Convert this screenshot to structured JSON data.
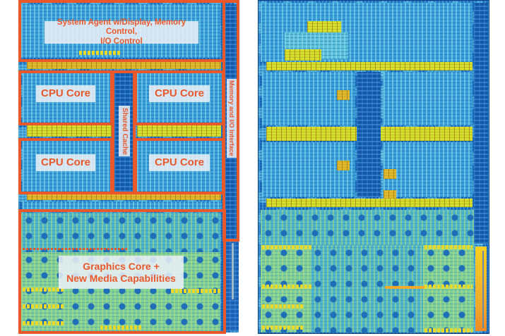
{
  "figure": {
    "description": "Side-by-side processor die shots: annotated block diagram (left) and raw die photo (right)",
    "accent_colors": {
      "outline": "#e8582a",
      "label_text": "#e8582a",
      "label_background": "#ecf0f7",
      "die_blue": "#1d6fc0",
      "cache_yellow": "#d9de2a",
      "graphics_teal": "#4fb6c9"
    }
  },
  "left_panel": {
    "labels": {
      "system_agent": "System Agent w/Display, Memory Control, I/O Control",
      "system_agent_line1": "System Agent w/Display, Memory Control,",
      "system_agent_line2": "I/O Control",
      "cpu_core_1": "CPU Core",
      "cpu_core_2": "CPU Core",
      "cpu_core_3": "CPU Core",
      "cpu_core_4": "CPU Core",
      "shared_cache": "Shared Cache",
      "memory_io": "Memory and I/O Interface",
      "graphics_line1": "Graphics Core +",
      "graphics_line2": "New Media Capabilities"
    },
    "regions": [
      {
        "name": "System Agent",
        "type": "uncore"
      },
      {
        "name": "CPU Core",
        "count": 4
      },
      {
        "name": "Shared Cache",
        "type": "L3"
      },
      {
        "name": "Memory and I/O Interface",
        "type": "edge"
      },
      {
        "name": "Graphics Core + New Media Capabilities",
        "type": "GPU"
      }
    ]
  },
  "right_panel": {
    "label": ""
  }
}
